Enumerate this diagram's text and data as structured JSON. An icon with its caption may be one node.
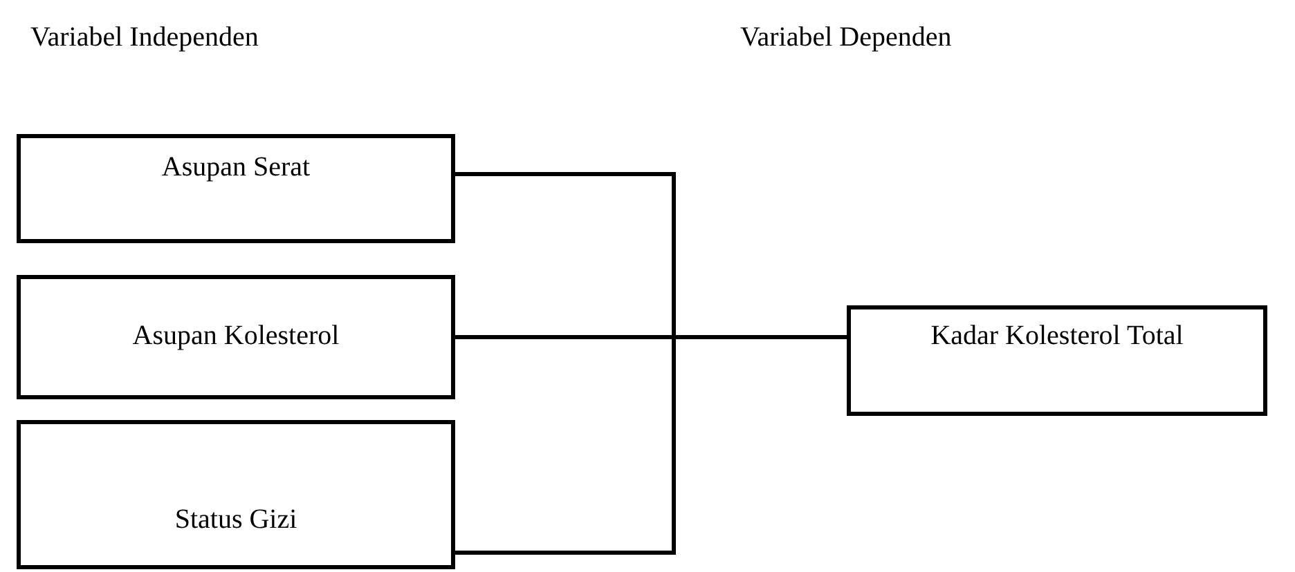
{
  "diagram": {
    "nodes": [
      {
        "text": [
          "Asupan Serat"
        ]
      },
      {
        "text": [
          "Asupan Kolesterol"
        ]
      },
      {
        "text": [
          "Status Gizi"
        ]
      },
      {
        "text": [
          "Kadar Kolesterol Total"
        ]
      }
    ],
    "edges": [
      {
        "from": 0,
        "to": 3,
        "arrow": "none"
      },
      {
        "from": 1,
        "to": 3,
        "arrow": "none"
      },
      {
        "from": 2,
        "to": 3,
        "arrow": "none"
      }
    ],
    "labels": [
      "Variabel Independen",
      "Variabel Dependen"
    ]
  }
}
